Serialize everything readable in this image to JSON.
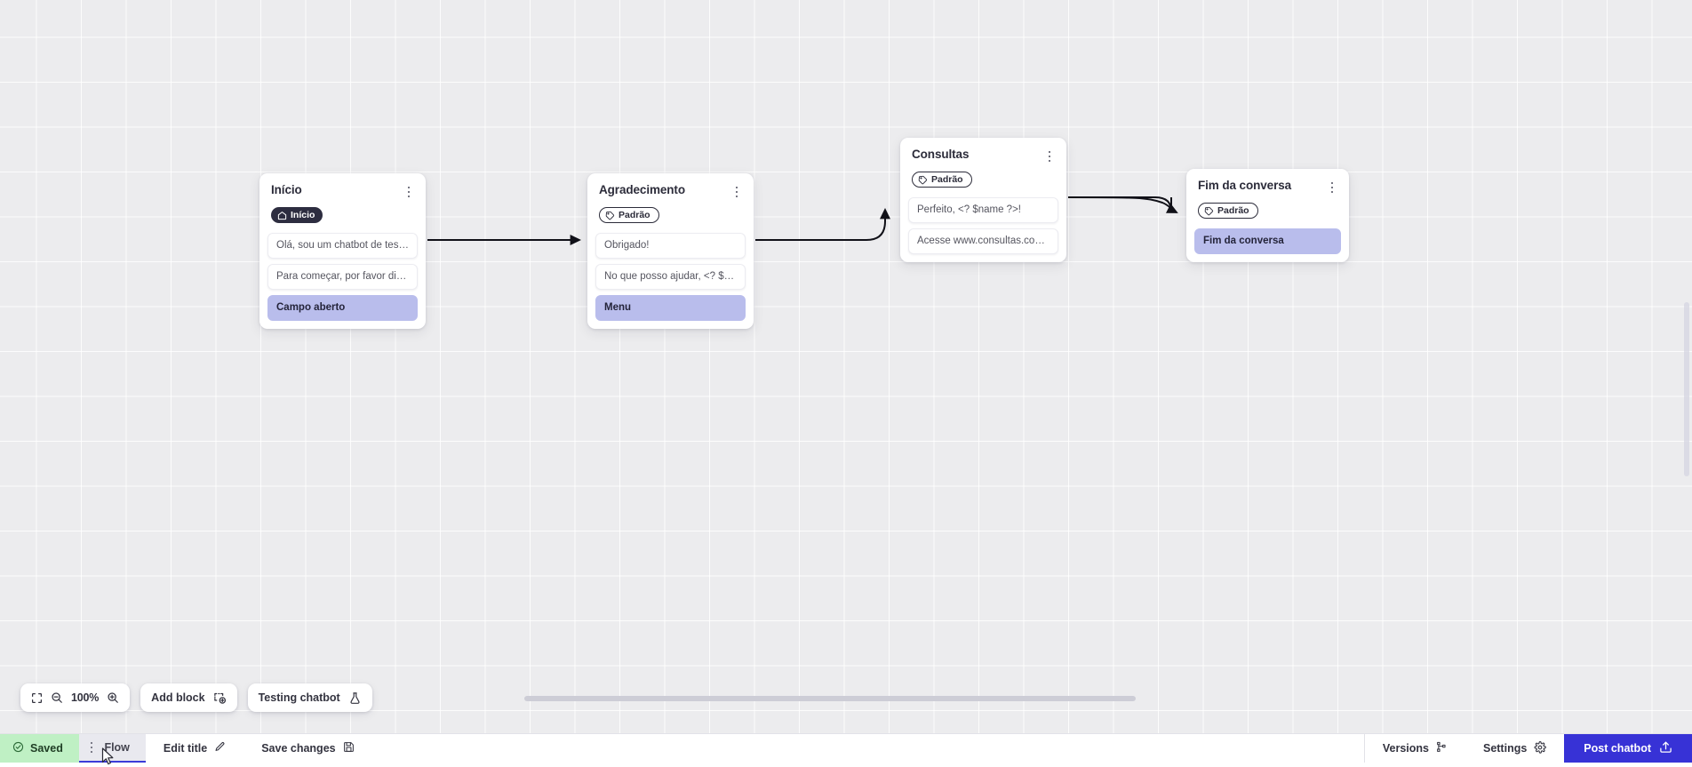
{
  "app": {
    "zoom_level": "100%",
    "canvas_background": "#ececee",
    "accent_color": "#3732d6",
    "accent_row_color": "#b9bdec",
    "saved_color": "#bff0c4"
  },
  "nodes": [
    {
      "id": "inicio",
      "title": "Início",
      "tag": {
        "label": "Início",
        "style": "dark",
        "icon": "home-icon"
      },
      "rows": [
        {
          "text": "Olá, sou um chatbot de teste!",
          "accent": false
        },
        {
          "text": "Para começar, por favor digite o ...",
          "accent": false
        },
        {
          "text": "Campo aberto",
          "accent": true
        }
      ]
    },
    {
      "id": "agradecimento",
      "title": "Agradecimento",
      "tag": {
        "label": "Padrão",
        "style": "outline",
        "icon": "tag-icon"
      },
      "rows": [
        {
          "text": "Obrigado!",
          "accent": false
        },
        {
          "text": "No que posso ajudar, <? $name ...",
          "accent": false
        },
        {
          "text": "Menu",
          "accent": true
        }
      ]
    },
    {
      "id": "consultas",
      "title": "Consultas",
      "tag": {
        "label": "Padrão",
        "style": "outline",
        "icon": "tag-icon"
      },
      "rows": [
        {
          "text": "Perfeito, <? $name ?>!",
          "accent": false
        },
        {
          "text": "Acesse www.consultas.com par...",
          "accent": false
        }
      ]
    },
    {
      "id": "fim",
      "title": "Fim da conversa",
      "tag": {
        "label": "Padrão",
        "style": "outline",
        "icon": "tag-icon"
      },
      "rows": [
        {
          "text": "Fim da conversa",
          "accent": true
        }
      ]
    }
  ],
  "toolbar": {
    "fit_icon": "fit-screen-icon",
    "zoom_out_icon": "zoom-out-icon",
    "zoom_label": "100%",
    "zoom_in_icon": "zoom-in-icon",
    "add_block_label": "Add block",
    "add_block_icon": "add-block-icon",
    "testing_chatbot_label": "Testing chatbot",
    "testing_chatbot_icon": "flask-icon"
  },
  "bottombar": {
    "saved_label": "Saved",
    "saved_icon": "check-circle-icon",
    "flow_tab_label": "Flow",
    "flow_tab_menu_icon": "kebab-icon",
    "edit_title_label": "Edit title",
    "edit_title_icon": "pencil-icon",
    "save_changes_label": "Save changes",
    "save_changes_icon": "floppy-disk-icon",
    "versions_label": "Versions",
    "versions_icon": "branch-icon",
    "settings_label": "Settings",
    "settings_icon": "gear-icon",
    "post_chatbot_label": "Post chatbot",
    "post_chatbot_icon": "upload-icon"
  }
}
